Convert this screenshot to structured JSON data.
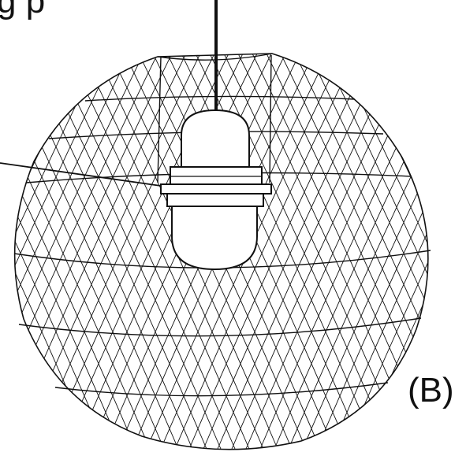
{
  "figure": {
    "top_text_fragment": "g  p",
    "panel_label": "(B)"
  },
  "parts": {
    "suspension_cord": "suspension-cord",
    "shade": "spherical-wire-mesh-shade",
    "bulb_holder": "lamp-socket-with-ring",
    "bulb": "light-bulb",
    "leader_line": "leader-line"
  },
  "colors": {
    "ink": "#111111",
    "background": "#ffffff"
  }
}
